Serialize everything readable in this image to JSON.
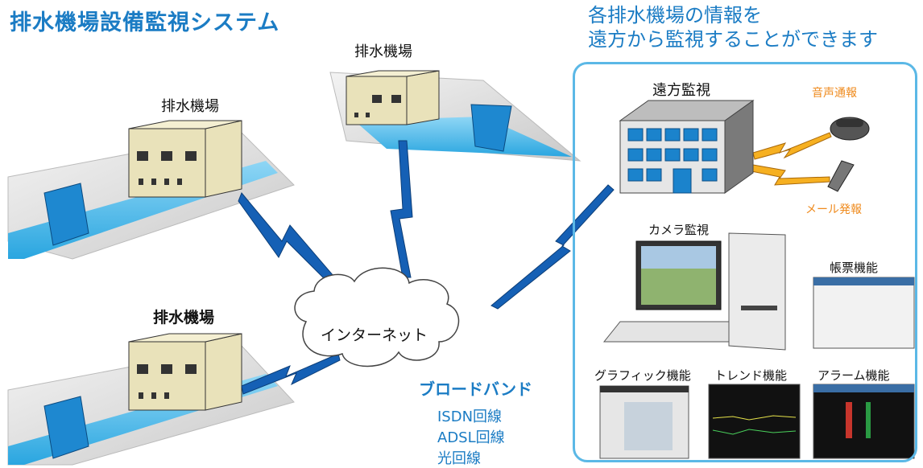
{
  "title": "排水機場設備監視システム",
  "subtitle": [
    "各排水機場の情報を",
    "遠方から監視することができます"
  ],
  "stations": [
    {
      "label": "排水機場"
    },
    {
      "label": "排水機場"
    },
    {
      "label": "排水機場"
    }
  ],
  "network": {
    "cloud_label": "インターネット"
  },
  "broadband": {
    "title": "ブロードバンド",
    "lines": [
      "ISDN回線",
      "ADSL回線",
      "光回線"
    ]
  },
  "remote": {
    "label": "遠方監視",
    "voice": "音声通報",
    "mail": "メール発報",
    "camera": "カメラ監視",
    "functions": [
      "帳票機能",
      "グラフィック機能",
      "トレンド機能",
      "アラーム機能"
    ]
  },
  "colors": {
    "accent": "#1b7cc4",
    "panel_border": "#5bb8e6",
    "bolt": "#1560b5",
    "notify": "#ef8a1c"
  }
}
